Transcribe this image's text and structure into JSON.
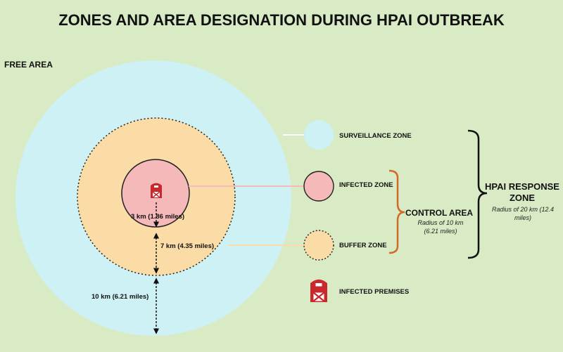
{
  "title": "ZONES AND AREA DESIGNATION DURING HPAI OUTBREAK",
  "free_area": "FREE AREA",
  "distances": {
    "inner": "3 km (1.86 miles)",
    "middle": "7 km (4.35 miles)",
    "outer": "10 km (6.21 miles)"
  },
  "legend": {
    "surveillance": "SURVEILLANCE ZONE",
    "infected": "INFECTED ZONE",
    "buffer": "BUFFER ZONE",
    "premises": "INFECTED PREMISES"
  },
  "control_area": {
    "title": "CONTROL AREA",
    "sub1": "Radius of 10 km",
    "sub2": "(6.21 miles)"
  },
  "response_zone": {
    "title1": "HPAI RESPONSE",
    "title2": "ZONE",
    "sub1": "Radius of 20 km (12.4",
    "sub2": "miles)"
  },
  "colors": {
    "background": "#d8ebc4",
    "surveillance": "#cdf1f4",
    "buffer": "#fbdca6",
    "infected": "#f6b9b9",
    "bracket_control": "#d06a2a",
    "barn_red": "#c9282d"
  }
}
